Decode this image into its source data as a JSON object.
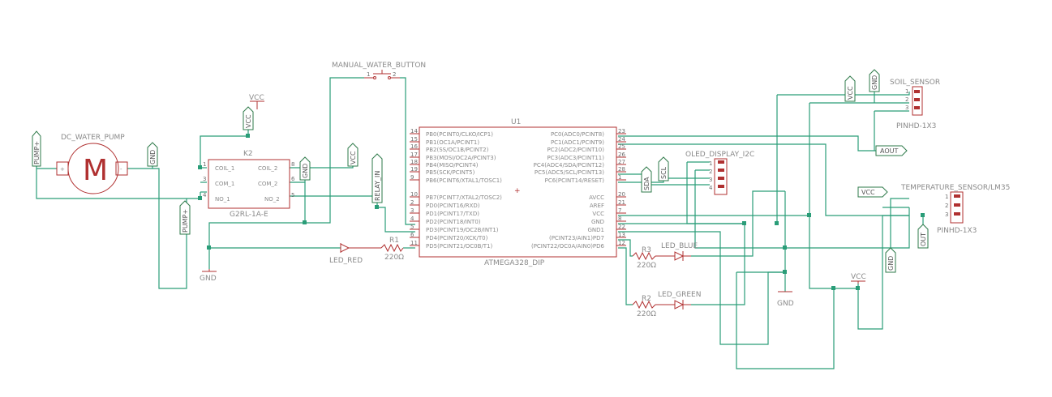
{
  "parts": {
    "pump_label": "DC_WATER_PUMP",
    "motor_symbol": "M",
    "relay_ref": "K2",
    "relay_value": "G2RL-1A-E",
    "mcu_ref": "U1",
    "mcu_value": "ATMEGA328_DIP",
    "button_label": "MANUAL_WATER_BUTTON",
    "oled_label": "OLED_DISPLAY_I2C",
    "soil_label": "SOIL_SENSOR",
    "soil_value": "PINHD-1X3",
    "temp_label": "TEMPERATURE_SENSOR/LM35",
    "temp_value": "PINHD-1X3",
    "led_red": "LED_RED",
    "led_blue": "LED_BLUE",
    "led_green": "LED_GREEN",
    "r1": "R1",
    "r2": "R2",
    "r3": "R3",
    "res_value": "220Ω"
  },
  "relay_pins": {
    "coil1": "COIL_1",
    "coil2": "COIL_2",
    "com1": "COM_1",
    "com2": "COM_2",
    "no1": "NO_1",
    "no2": "NO_2",
    "n1": "1",
    "n3": "3",
    "n4": "4",
    "n5": "5",
    "n6": "6",
    "n8": "8"
  },
  "mcu_left_pins": [
    {
      "num": "14",
      "name": "PB0(PCINT0/CLKO/ICP1)"
    },
    {
      "num": "15",
      "name": "PB1(OC1A/PCINT1)"
    },
    {
      "num": "16",
      "name": "PB2(SS/OC1B/PCINT2)"
    },
    {
      "num": "17",
      "name": "PB3(MOSI/OC2A/PCINT3)"
    },
    {
      "num": "18",
      "name": "PB4(MISO/PCINT4)"
    },
    {
      "num": "19",
      "name": "PB5(SCK/PCINT5)"
    },
    {
      "num": "9",
      "name": "PB6(PCINT6/XTAL1/TOSC1)"
    },
    {
      "num": "10",
      "name": "PB7(PCINT7/XTAL2/TOSC2)"
    },
    {
      "num": "2",
      "name": "PD0(PCINT16/RXD)"
    },
    {
      "num": "3",
      "name": "PD1(PCINT17/TXD)"
    },
    {
      "num": "4",
      "name": "PD2(PCINT18/INT0)"
    },
    {
      "num": "5",
      "name": "PD3(PCINT19/OC2B/INT1)"
    },
    {
      "num": "6",
      "name": "PD4(PCINT20/XCK/T0)"
    },
    {
      "num": "11",
      "name": "PD5(PCINT21/OC0B/T1)"
    }
  ],
  "mcu_right_pins": [
    {
      "num": "23",
      "name": "PC0(ADC0/PCINT8)"
    },
    {
      "num": "24",
      "name": "PC1(ADC1/PCINT9)"
    },
    {
      "num": "25",
      "name": "PC2(ADC2/PCINT10)"
    },
    {
      "num": "26",
      "name": "PC3(ADC3/PCINT11)"
    },
    {
      "num": "27",
      "name": "PC4(ADC4/SDA/PCINT12)"
    },
    {
      "num": "28",
      "name": "PC5(ADC5/SCL/PCINT13)"
    },
    {
      "num": "1",
      "name": "PC6(PCINT14/RESET)"
    },
    {
      "num": "20",
      "name": "AVCC"
    },
    {
      "num": "21",
      "name": "AREF"
    },
    {
      "num": "7",
      "name": "VCC"
    },
    {
      "num": "8",
      "name": "GND"
    },
    {
      "num": "22",
      "name": "GND1"
    },
    {
      "num": "13",
      "name": "(PCINT23/AIN1)PD7"
    },
    {
      "num": "12",
      "name": "(PCINT22/OC0A/AIN0)PD6"
    }
  ],
  "nets": {
    "vcc": "VCC",
    "gnd": "GND",
    "pump_plus": "PUMP+",
    "relay_in": "RELAY_IN",
    "sda": "SDA",
    "scl": "SCL",
    "aout": "AOUT",
    "out": "OUT"
  },
  "pin_nums": {
    "p1": "1",
    "p2": "2",
    "p3": "3",
    "p4": "4"
  },
  "motor_pins": {
    "plus": "+",
    "minus": "-"
  }
}
